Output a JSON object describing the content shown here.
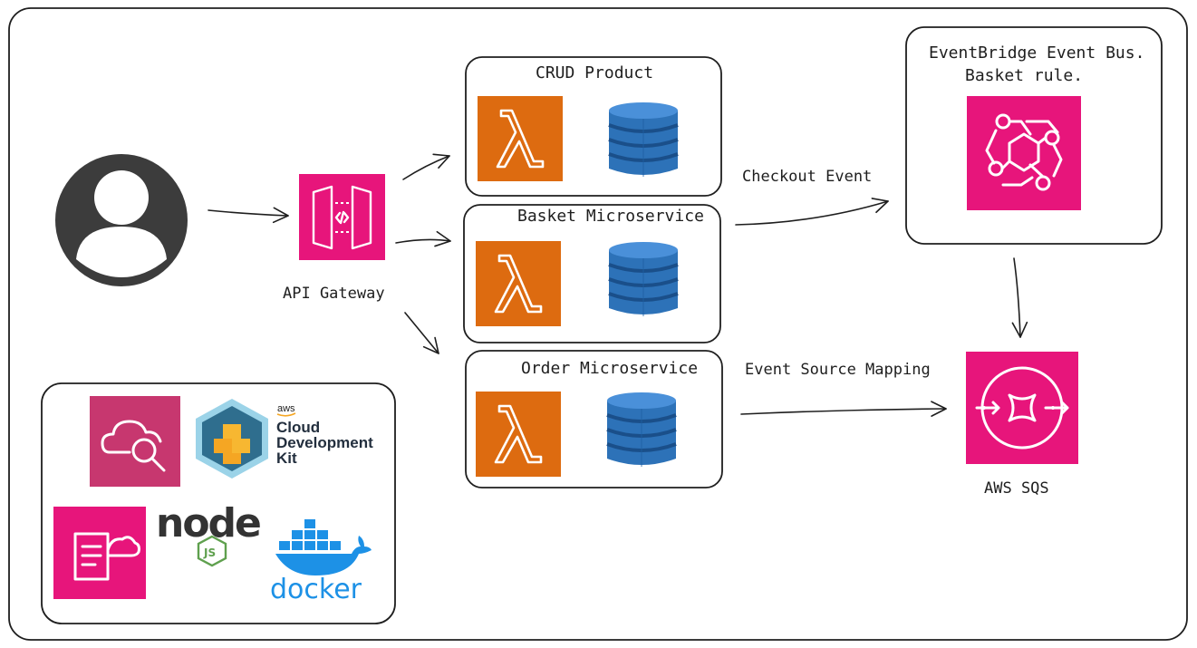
{
  "nodes": {
    "api_gateway": {
      "label": "API Gateway"
    },
    "crud": {
      "label": "CRUD Product"
    },
    "basket": {
      "label": "Basket Microservice"
    },
    "order": {
      "label": "Order Microservice"
    },
    "eventbridge": {
      "label_line1": "EventBridge Event Bus.",
      "label_line2": "Basket rule."
    },
    "sqs": {
      "label": "AWS SQS"
    }
  },
  "edges": {
    "checkout_event": {
      "label": "Checkout Event"
    },
    "event_source_mapping": {
      "label": "Event Source Mapping"
    }
  },
  "tools": {
    "cdk": {
      "brand": "aws",
      "line1": "Cloud",
      "line2": "Development",
      "line3": "Kit"
    },
    "node": {
      "word": "node",
      "sub": "JS"
    },
    "docker": {
      "word": "docker"
    }
  },
  "colors": {
    "aws_pink": "#e7157b",
    "lambda_orange": "#dd6b10",
    "dynamo_blue": "#2d72b8",
    "node_green": "#5fa04e",
    "docker_blue": "#1d91e6",
    "user_gray": "#3c3c3c"
  },
  "icons": [
    "user-icon",
    "api-gateway-icon",
    "lambda-icon",
    "dynamodb-icon",
    "eventbridge-icon",
    "sqs-icon",
    "cloudwatch-icon",
    "cdk-icon",
    "cloudformation-icon",
    "nodejs-icon",
    "docker-icon"
  ]
}
